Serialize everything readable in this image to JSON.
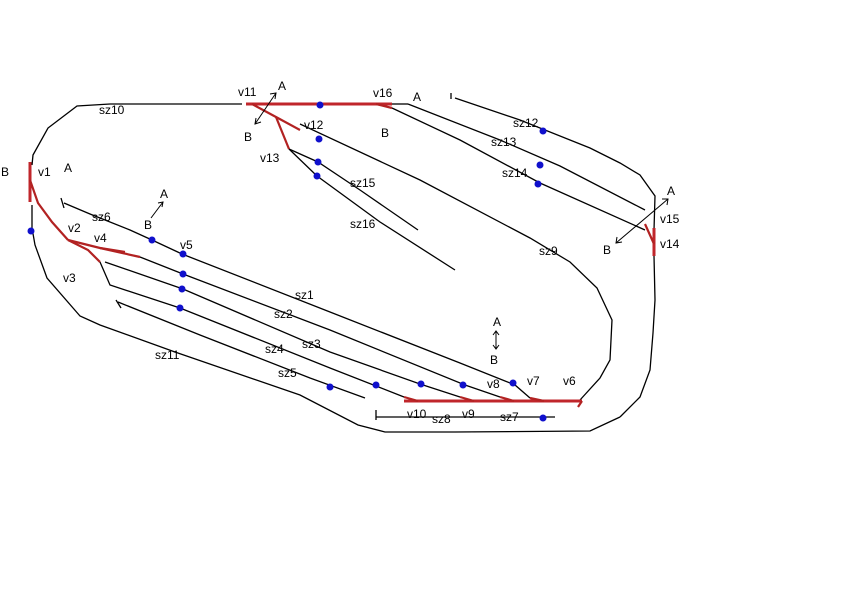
{
  "colors": {
    "track": "#000000",
    "switch": "#b22222",
    "sensor": "#1010cc",
    "background": "#ffffff"
  },
  "switches": {
    "v1": "v1",
    "v2": "v2",
    "v3": "v3",
    "v4": "v4",
    "v5": "v5",
    "v6": "v6",
    "v7": "v7",
    "v8": "v8",
    "v9": "v9",
    "v10": "v10",
    "v11": "v11",
    "v12": "v12",
    "v13": "v13",
    "v14": "v14",
    "v15": "v15",
    "v16": "v16"
  },
  "sections": {
    "sz1": "sz1",
    "sz2": "sz2",
    "sz3": "sz3",
    "sz4": "sz4",
    "sz5": "sz5",
    "sz6": "sz6",
    "sz7": "sz7",
    "sz8": "sz8",
    "sz9": "sz9",
    "sz10": "sz10",
    "sz11": "sz11",
    "sz12": "sz12",
    "sz13": "sz13",
    "sz14": "sz14",
    "sz15": "sz15",
    "sz16": "sz16"
  },
  "directions": {
    "a_top": "A",
    "b_top": "B",
    "a_top2": "A",
    "b_top2": "B",
    "a_left": "A",
    "b_left": "B",
    "a_left2": "A",
    "b_left2": "B",
    "a_right": "A",
    "b_right": "B",
    "a_bottom": "A",
    "b_bottom": "B"
  }
}
